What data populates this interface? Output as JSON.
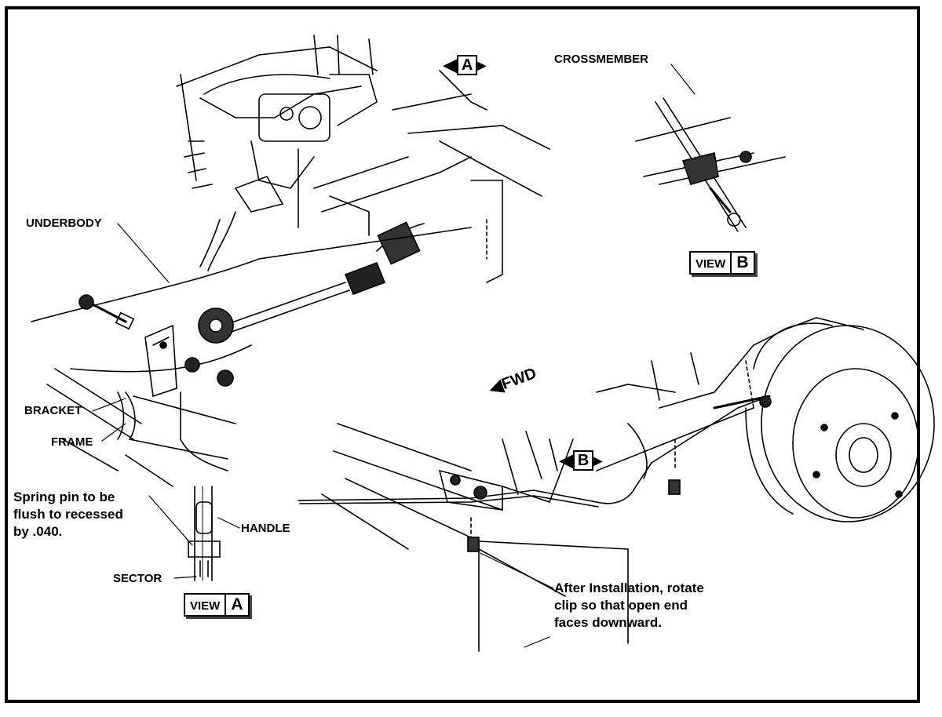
{
  "labels": {
    "crossmember": "CROSSMEMBER",
    "underbody": "UNDERBODY",
    "bracket": "BRACKET",
    "frame": "FRAME",
    "handle": "HANDLE",
    "sector": "SECTOR",
    "fwd": "FWD"
  },
  "notes": {
    "spring_pin": "Spring pin to be\nflush to recessed\nby .040.",
    "clip": "After Installation, rotate\nclip so that open end\nfaces downward."
  },
  "views": {
    "view_word": "VIEW",
    "a": "A",
    "b": "B"
  },
  "callouts": {
    "a": "A",
    "b": "B"
  }
}
